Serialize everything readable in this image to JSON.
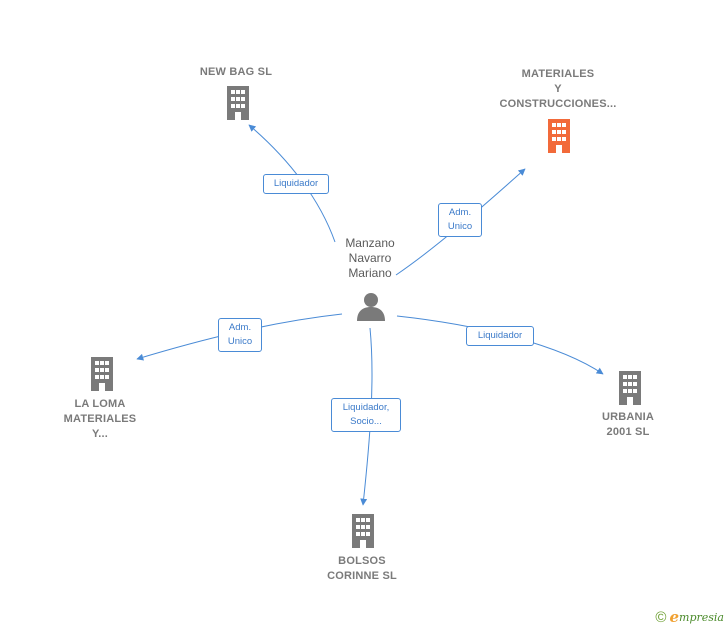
{
  "center": {
    "name_lines": [
      "Manzano",
      "Navarro",
      "Mariano"
    ],
    "icon": "person-icon",
    "icon_color": "#7a7a7a"
  },
  "companies": [
    {
      "id": "new-bag",
      "name_lines": [
        "NEW BAG SL"
      ],
      "icon": "building-icon",
      "color": "#7a7a7a"
    },
    {
      "id": "materiales",
      "name_lines": [
        "MATERIALES",
        "Y",
        "CONSTRUCCIONES..."
      ],
      "icon": "building-icon",
      "color": "#f26a3a"
    },
    {
      "id": "la-loma",
      "name_lines": [
        "LA LOMA",
        "MATERIALES",
        "Y..."
      ],
      "icon": "building-icon",
      "color": "#7a7a7a"
    },
    {
      "id": "urbania",
      "name_lines": [
        "URBANIA",
        "2001 SL"
      ],
      "icon": "building-icon",
      "color": "#7a7a7a"
    },
    {
      "id": "bolsos",
      "name_lines": [
        "BOLSOS",
        "CORINNE SL"
      ],
      "icon": "building-icon",
      "color": "#7a7a7a"
    }
  ],
  "relations": [
    {
      "target": "new-bag",
      "label_lines": [
        "Liquidador"
      ]
    },
    {
      "target": "materiales",
      "label_lines": [
        "Adm.",
        "Unico"
      ]
    },
    {
      "target": "la-loma",
      "label_lines": [
        "Adm.",
        "Unico"
      ]
    },
    {
      "target": "urbania",
      "label_lines": [
        "Liquidador"
      ]
    },
    {
      "target": "bolsos",
      "label_lines": [
        "Liquidador,",
        "Socio..."
      ]
    }
  ],
  "colors": {
    "edge": "#4a8bd6",
    "node_text": "#7a7a7a",
    "accent_company": "#f26a3a"
  },
  "footer": {
    "copyright_symbol": "©",
    "brand_initial": "e",
    "brand_rest": "mpresia"
  }
}
